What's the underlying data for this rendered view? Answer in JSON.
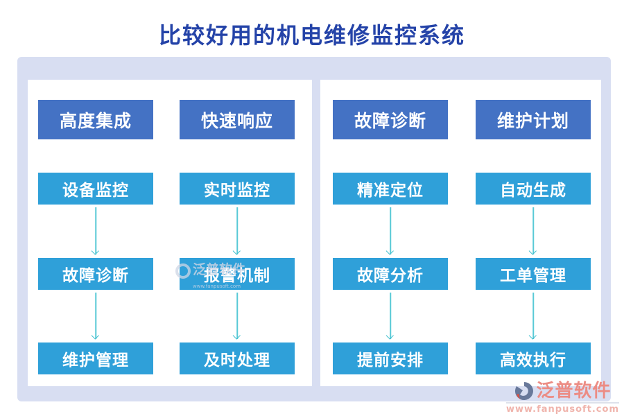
{
  "title": "比较好用的机电维修监控系统",
  "panels": [
    {
      "columns": [
        {
          "header": "高度集成",
          "steps": [
            "设备监控",
            "故障诊断",
            "维护管理"
          ]
        },
        {
          "header": "快速响应",
          "steps": [
            "实时监控",
            "报警机制",
            "及时处理"
          ]
        }
      ]
    },
    {
      "columns": [
        {
          "header": "故障诊断",
          "steps": [
            "精准定位",
            "故障分析",
            "提前安排"
          ]
        },
        {
          "header": "维护计划",
          "steps": [
            "自动生成",
            "工单管理",
            "高效执行"
          ]
        }
      ]
    }
  ],
  "watermark": {
    "brand": "泛普软件",
    "url": "www.fanpusoft.com"
  },
  "logo": {
    "brand": "泛普软件",
    "url": "www.fanpusoft.com"
  },
  "colors": {
    "title_text": "#2443a8",
    "header_box": "#4472c4",
    "step_box": "#2fa0d9",
    "arrow": "#3fbfcd",
    "canvas_background": "#d8def2",
    "panel_background": "#ffffff",
    "logo_text": "#ec8c84",
    "logo_url_text": "#f0b4ac"
  }
}
